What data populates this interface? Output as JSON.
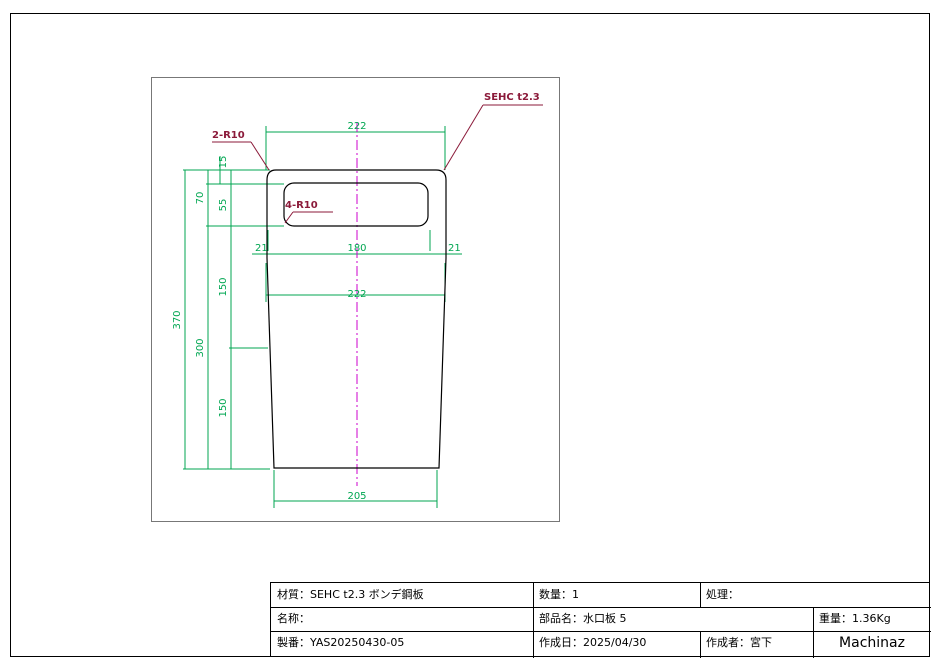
{
  "colors": {
    "outline": "#000000",
    "dimension": "#00a651",
    "centerline": "#cc00cc",
    "callout": "#8b1a3a"
  },
  "drawing": {
    "callouts": {
      "material": "SEHC t2.3",
      "outer_radius": "2-R10",
      "slot_radius": "4-R10"
    },
    "dimensions": {
      "top_width": "222",
      "slot_width": "180",
      "slot_left_margin": "21",
      "slot_right_margin": "21",
      "mid_width": "222",
      "bottom_width": "205",
      "top_gap": "15",
      "slot_height": "55",
      "top_band": "70",
      "upper_height": "150",
      "lower_height": "150",
      "body_height": "300",
      "overall_height": "370"
    }
  },
  "title_block": {
    "material": "材質：SEHC t2.3  ボンデ鋼板",
    "quantity": "数量：1",
    "treatment": "処理：",
    "name": "名称：",
    "part_name": "部品名：水口板 5",
    "weight": "重量：1.36Kg",
    "drawing_number": "製番：YAS20250430-05",
    "created_date": "作成日：2025/04/30",
    "author": "作成者：宮下",
    "brand": "Machinaz"
  }
}
